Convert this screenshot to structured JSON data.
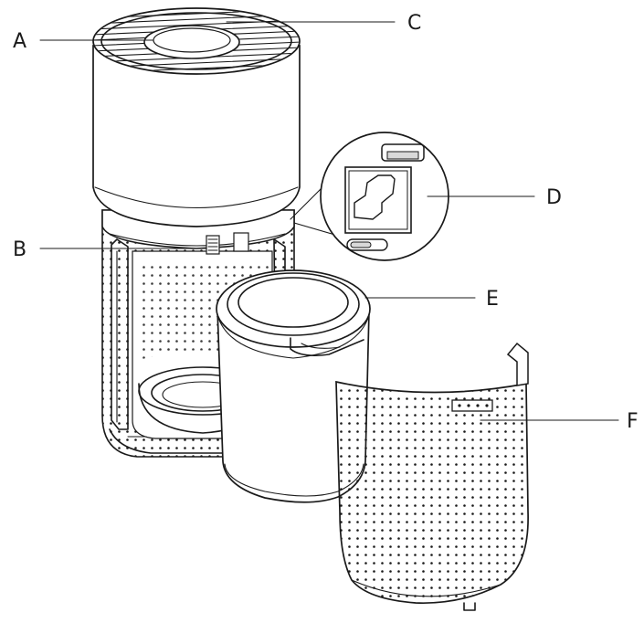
{
  "colors": {
    "ink": "#1a1a1a",
    "paper": "#ffffff",
    "shade": "#d9d9d9"
  },
  "callouts": [
    {
      "id": "A",
      "label": "A"
    },
    {
      "id": "B",
      "label": "B"
    },
    {
      "id": "C",
      "label": "C"
    },
    {
      "id": "D",
      "label": "D"
    },
    {
      "id": "E",
      "label": "E"
    },
    {
      "id": "F",
      "label": "F"
    }
  ]
}
